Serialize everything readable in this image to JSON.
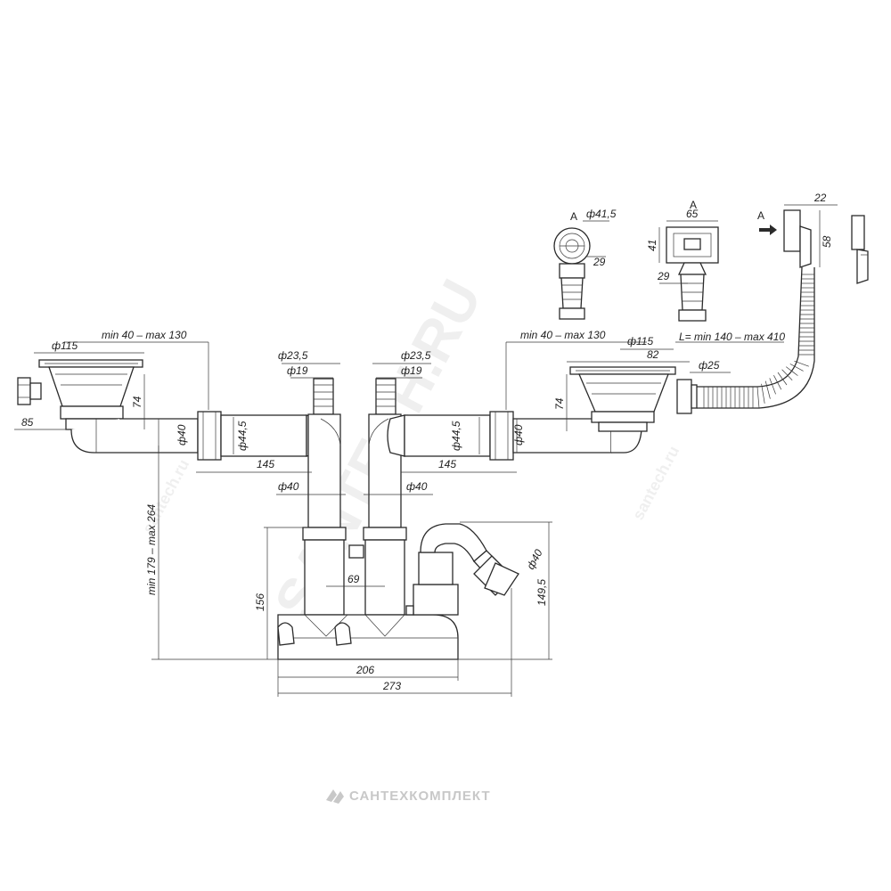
{
  "dimensions": {
    "d115_left": "ф115",
    "min_max_130_left": "min 40 – max 130",
    "d74_left": "74",
    "d85": "85",
    "d40_left": "ф40",
    "d44_5_left": "ф44,5",
    "d145_left": "145",
    "d23_5_left": "ф23,5",
    "d19_left": "ф19",
    "d40_mid_left": "ф40",
    "d23_5_right": "ф23,5",
    "d19_right": "ф19",
    "d40_mid_right": "ф40",
    "d44_5_right": "ф44,5",
    "d145_right": "145",
    "min_max_130_right": "min 40 – max 130",
    "d115_right": "ф115",
    "d82": "82",
    "d25": "ф25",
    "d74_right": "74",
    "d40_right": "ф40",
    "min_max_264": "min 179 – max 264",
    "d156": "156",
    "d69": "69",
    "d206": "206",
    "d273": "273",
    "d40_trap": "ф40",
    "d149_5": "149,5",
    "view_a1": "A",
    "d41_5": "ф41,5",
    "d29_a1": "29",
    "view_a2": "A",
    "d65": "65",
    "d41": "41",
    "d29_a2": "29",
    "view_a_arrow": "A",
    "d22": "22",
    "d58": "58",
    "hose_length": "L= min 140 – max 410"
  },
  "watermark": {
    "diagonal": "SANTECH.RU",
    "small_left": "santech.ru",
    "small_right": "santech.ru",
    "brand": "САНТЕХКОМПЛЕКТ"
  },
  "icons": {
    "brand_logo": "santehkomplekt-logo-icon",
    "view_arrow": "arrow-right-icon"
  },
  "colors": {
    "line": "#2b2b2b",
    "background": "#ffffff",
    "watermark": "#c8c8c8"
  }
}
